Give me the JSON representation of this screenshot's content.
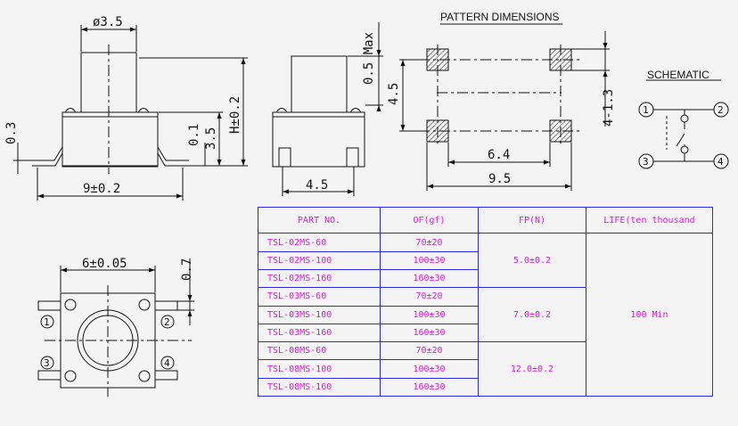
{
  "dimensions": {
    "dia": "ø3.5",
    "h": "H±0.2",
    "d35": "3.5",
    "d01": "0.1",
    "d03": "0.3",
    "w9": "9±0.2",
    "max": "0.5 Max",
    "w45": "4.5",
    "pat_title": "PATTERN DIMENSIONS",
    "p45": "4.5",
    "p413": "4-1.3",
    "p64": "6.4",
    "p95": "9.5",
    "top6": "6±0.05",
    "top07": "0.7"
  },
  "schematic": {
    "title": "SCHEMATIC",
    "pins": [
      "1",
      "2",
      "3",
      "4"
    ]
  },
  "bottom_pins": [
    "1",
    "2",
    "3",
    "4"
  ],
  "table": {
    "headers": [
      "PART NO.",
      "OF(gf)",
      "FP(N)",
      "LIFE(ten thousand"
    ],
    "rows": [
      {
        "part": "TSL-02MS-60",
        "of": "70±20"
      },
      {
        "part": "TSL-02MS-100",
        "of": "100±30"
      },
      {
        "part": "TSL-02MS-160",
        "of": "160±30"
      },
      {
        "part": "TSL-03MS-60",
        "of": "70±20"
      },
      {
        "part": "TSL-03MS-100",
        "of": "100±30"
      },
      {
        "part": "TSL-03MS-160",
        "of": "160±30"
      },
      {
        "part": "TSL-08MS-60",
        "of": "70±20"
      },
      {
        "part": "TSL-08MS-100",
        "of": "100±30"
      },
      {
        "part": "TSL-08MS-160",
        "of": "160±30"
      }
    ],
    "fp": [
      "5.0±0.2",
      "7.0±0.2",
      "12.0±0.2"
    ],
    "life": "100 Min"
  }
}
